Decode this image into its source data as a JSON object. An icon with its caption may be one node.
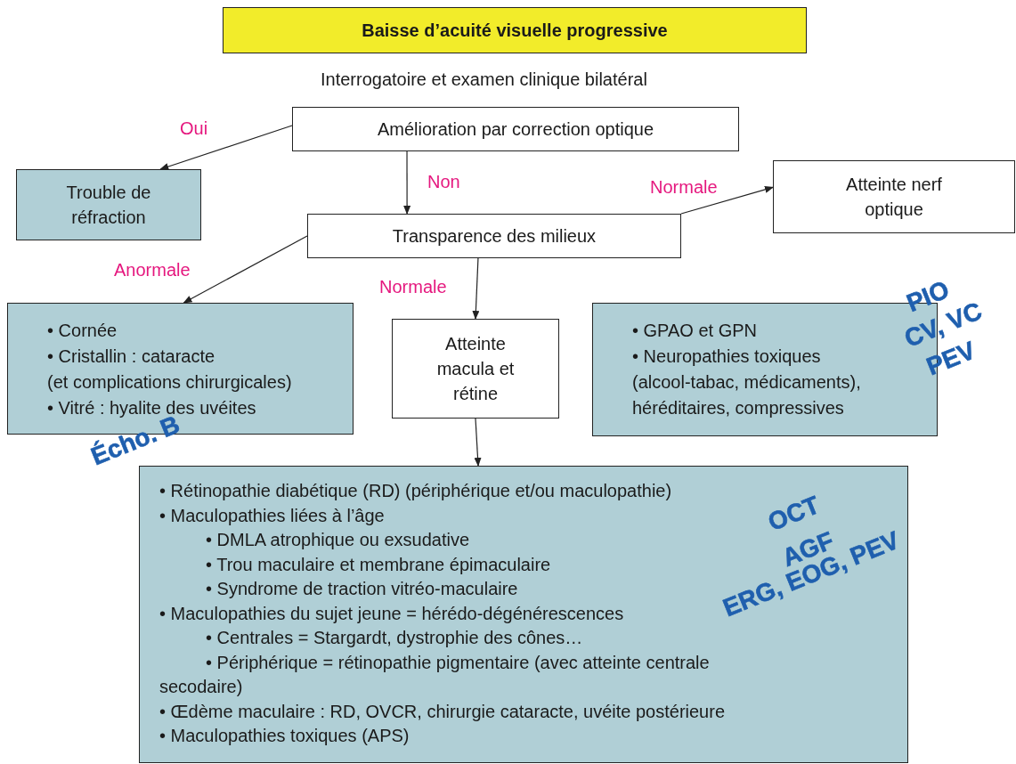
{
  "diagram": {
    "nodes": [
      {
        "text": [
          "Baisse d’acuité visuelle progressive"
        ]
      },
      {
        "text": [
          "Amélioration par correction optique"
        ]
      },
      {
        "text": [
          "Trouble de réfraction"
        ]
      },
      {
        "text": [
          "Transparence des milieux"
        ]
      },
      {
        "text": [
          "Atteinte nerf optique"
        ]
      },
      {
        "text": [
          "• Cornée",
          "• Cristallin : cataracte",
          "(et complications chirurgicales)",
          "• Vitré : hyalite des uvéites"
        ]
      },
      {
        "text": [
          "Atteinte macula et rétine"
        ]
      },
      {
        "text": [
          "• GPAO et GPN",
          "• Neuropathies toxiques",
          "(alcool-tabac, médicaments),",
          "héréditaires, compressives"
        ]
      },
      {
        "text": [
          "• Rétinopathie diabétique (RD) (périphérique et/ou maculopathie)",
          "• Maculopathies liées à l’âge",
          "• DMLA atrophique ou exsudative",
          "• Trou maculaire et membrane épimaculaire",
          "• Syndrome de traction vitréo-maculaire",
          "• Maculopathies du sujet jeune = hérédo-dégénérescences",
          "• Centrales = Stargardt, dystrophie des cônes…",
          "• Périphérique = rétinopathie pigmentaire (avec atteinte centrale secodaire)",
          "• Œdème maculaire : RD, OVCR, chirurgie cataracte, uvéite postérieure",
          "• Maculopathies toxiques (APS)"
        ]
      }
    ],
    "edges": [
      {
        "from": 1,
        "to": 2,
        "arrow": "to",
        "label": "Oui"
      },
      {
        "from": 1,
        "to": 3,
        "arrow": "to",
        "label": "Non"
      },
      {
        "from": 3,
        "to": 4,
        "arrow": "to",
        "label": "Normale"
      },
      {
        "from": 3,
        "to": 5,
        "arrow": "to",
        "label": "Anormale"
      },
      {
        "from": 3,
        "to": 6,
        "arrow": "to",
        "label": "Normale"
      },
      {
        "from": 6,
        "to": 8,
        "arrow": "to"
      }
    ],
    "labels": [
      "Interrogatoire et examen clinique bilatéral",
      "PIO",
      "CV, VC",
      "PEV",
      "Écho. B",
      "OCT",
      "AGF",
      "ERG, EOG, PEV"
    ]
  }
}
